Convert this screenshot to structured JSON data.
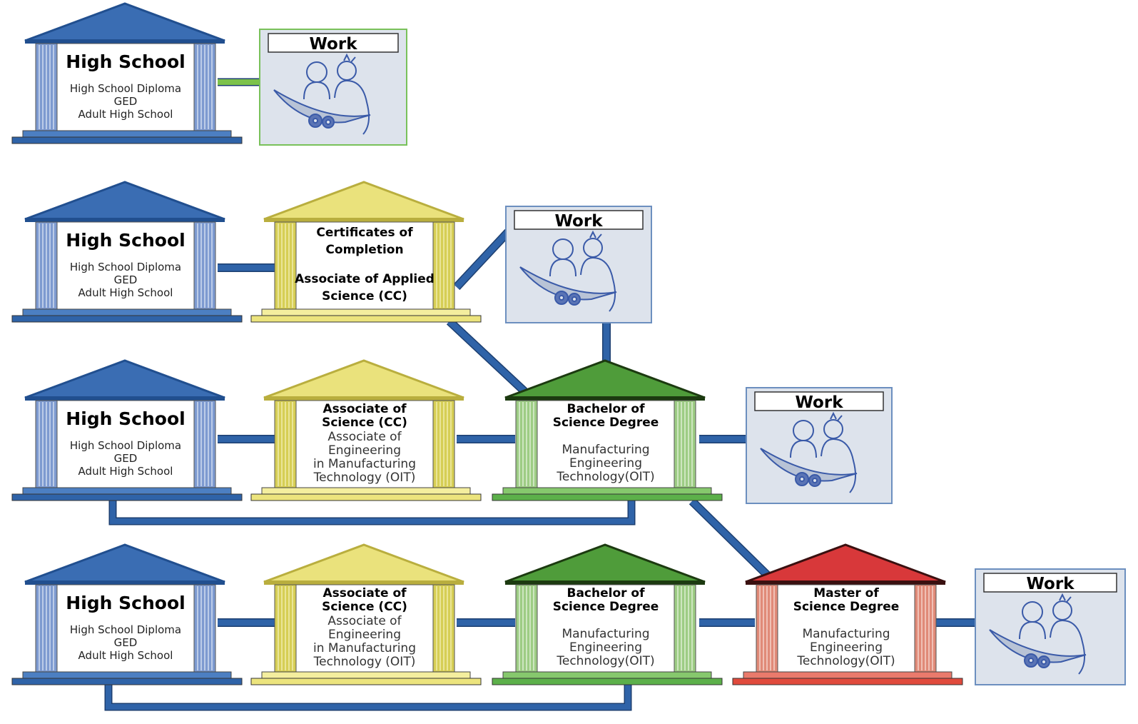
{
  "colors": {
    "blue": "#2f63a8",
    "yellow": "#e8e07a",
    "green": "#5cb04a",
    "red": "#d8383a",
    "connector": "#2f63a8",
    "connector_green": "#7cc24a"
  },
  "icons": {
    "building": "classical-building-icon",
    "work": "workers-with-gears-icon"
  },
  "rows": [
    {
      "buildings": [
        {
          "title": "High School",
          "items": [
            "High School Diploma",
            "GED",
            "Adult High School"
          ]
        }
      ],
      "work": {
        "label": "Work"
      }
    },
    {
      "buildings": [
        {
          "title": "High School",
          "items": [
            "High School Diploma",
            "GED",
            "Adult High School"
          ]
        },
        {
          "title_lines": [
            "Certificates of",
            "Completion",
            "",
            "Associate of Applied",
            "Science (CC)"
          ]
        }
      ],
      "work": {
        "label": "Work"
      }
    },
    {
      "buildings": [
        {
          "title": "High School",
          "items": [
            "High School Diploma",
            "GED",
            "Adult High School"
          ]
        },
        {
          "title_lines": [
            "Associate of",
            "Science (CC)"
          ],
          "items": [
            "Associate of",
            "Engineering",
            "in Manufacturing",
            "Technology (OIT)"
          ]
        },
        {
          "title_lines": [
            "Bachelor of",
            "Science Degree"
          ],
          "items": [
            "Manufacturing",
            "Engineering",
            "Technology(OIT)"
          ]
        }
      ],
      "work": {
        "label": "Work"
      }
    },
    {
      "buildings": [
        {
          "title": "High School",
          "items": [
            "High School Diploma",
            "GED",
            "Adult High School"
          ]
        },
        {
          "title_lines": [
            "Associate of",
            "Science (CC)"
          ],
          "items": [
            "Associate of",
            "Engineering",
            "in Manufacturing",
            "Technology (OIT)"
          ]
        },
        {
          "title_lines": [
            "Bachelor of",
            "Science Degree"
          ],
          "items": [
            "Manufacturing",
            "Engineering",
            "Technology(OIT)"
          ]
        },
        {
          "title_lines": [
            "Master of",
            "Science Degree"
          ],
          "items": [
            "Manufacturing",
            "Engineering",
            "Technology(OIT)"
          ]
        }
      ],
      "work": {
        "label": "Work"
      }
    }
  ]
}
